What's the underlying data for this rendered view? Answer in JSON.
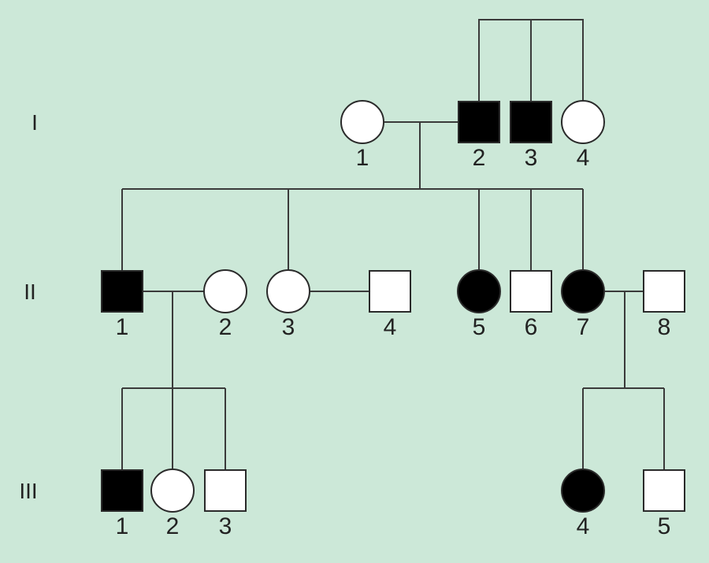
{
  "generations": [
    {
      "id": "gen-I",
      "label": "I"
    },
    {
      "id": "gen-II",
      "label": "II"
    },
    {
      "id": "gen-III",
      "label": "III"
    }
  ],
  "individuals": [
    {
      "id": "I-1",
      "generation": "I",
      "number": "1",
      "sex": "female",
      "affected": false
    },
    {
      "id": "I-2",
      "generation": "I",
      "number": "2",
      "sex": "male",
      "affected": true
    },
    {
      "id": "I-3",
      "generation": "I",
      "number": "3",
      "sex": "male",
      "affected": true
    },
    {
      "id": "I-4",
      "generation": "I",
      "number": "4",
      "sex": "female",
      "affected": false
    },
    {
      "id": "II-1",
      "generation": "II",
      "number": "1",
      "sex": "male",
      "affected": true
    },
    {
      "id": "II-2",
      "generation": "II",
      "number": "2",
      "sex": "female",
      "affected": false
    },
    {
      "id": "II-3",
      "generation": "II",
      "number": "3",
      "sex": "female",
      "affected": false
    },
    {
      "id": "II-4",
      "generation": "II",
      "number": "4",
      "sex": "male",
      "affected": false
    },
    {
      "id": "II-5",
      "generation": "II",
      "number": "5",
      "sex": "female",
      "affected": true
    },
    {
      "id": "II-6",
      "generation": "II",
      "number": "6",
      "sex": "male",
      "affected": false
    },
    {
      "id": "II-7",
      "generation": "II",
      "number": "7",
      "sex": "female",
      "affected": true
    },
    {
      "id": "II-8",
      "generation": "II",
      "number": "8",
      "sex": "male",
      "affected": false
    },
    {
      "id": "III-1",
      "generation": "III",
      "number": "1",
      "sex": "male",
      "affected": true
    },
    {
      "id": "III-2",
      "generation": "III",
      "number": "2",
      "sex": "female",
      "affected": false
    },
    {
      "id": "III-3",
      "generation": "III",
      "number": "3",
      "sex": "male",
      "affected": false
    },
    {
      "id": "III-4",
      "generation": "III",
      "number": "4",
      "sex": "female",
      "affected": true
    },
    {
      "id": "III-5",
      "generation": "III",
      "number": "5",
      "sex": "male",
      "affected": false
    }
  ],
  "colors": {
    "background": "#cce8d8",
    "affected": "#000000",
    "unaffected": "#ffffff",
    "line": "#3a3a3a"
  }
}
